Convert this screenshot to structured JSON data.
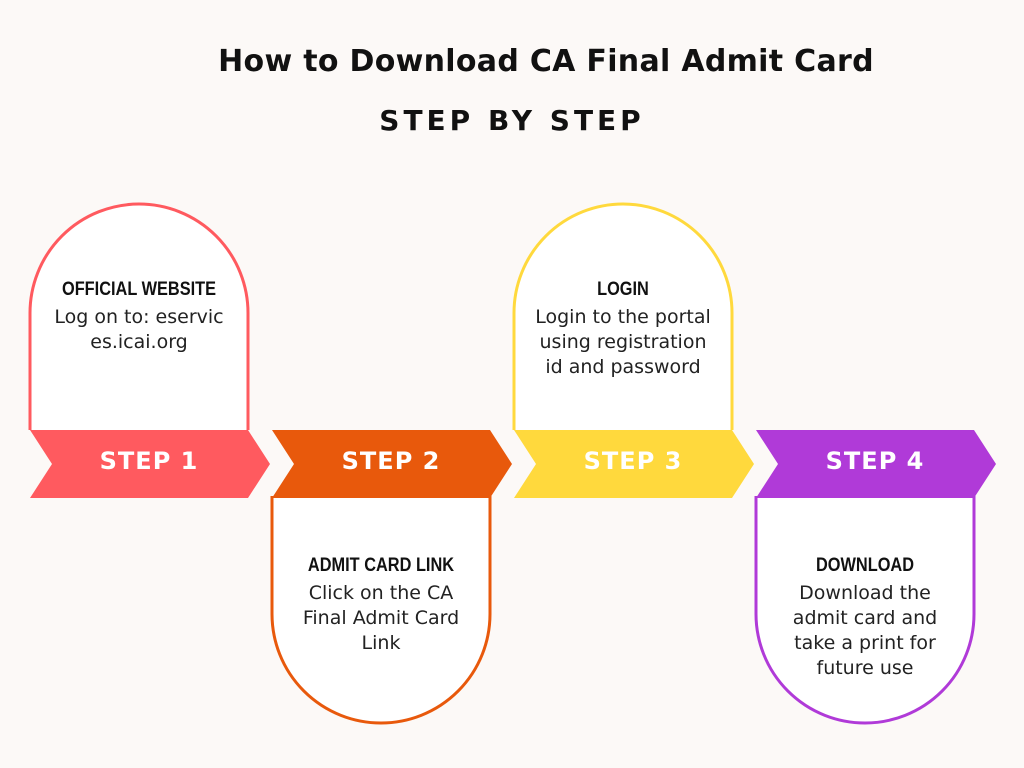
{
  "title": "How to Download CA Final Admit Card",
  "subtitle": "STEP BY STEP",
  "steps": [
    {
      "label": "STEP 1",
      "heading": "OFFICIAL WEBSITE",
      "description": "Log on to: eservices.icai.org",
      "color": "#ff5a5f"
    },
    {
      "label": "STEP 2",
      "heading": "ADMIT CARD LINK",
      "description": "Click on the CA Final Admit Card Link",
      "color": "#e8590c"
    },
    {
      "label": "STEP 3",
      "heading": "LOGIN",
      "description": "Login to the portal using registration id and password",
      "color": "#ffd93d"
    },
    {
      "label": "STEP 4",
      "heading": "DOWNLOAD",
      "description": "Download the admit card and take a print for future use",
      "color": "#b03ad8"
    }
  ]
}
